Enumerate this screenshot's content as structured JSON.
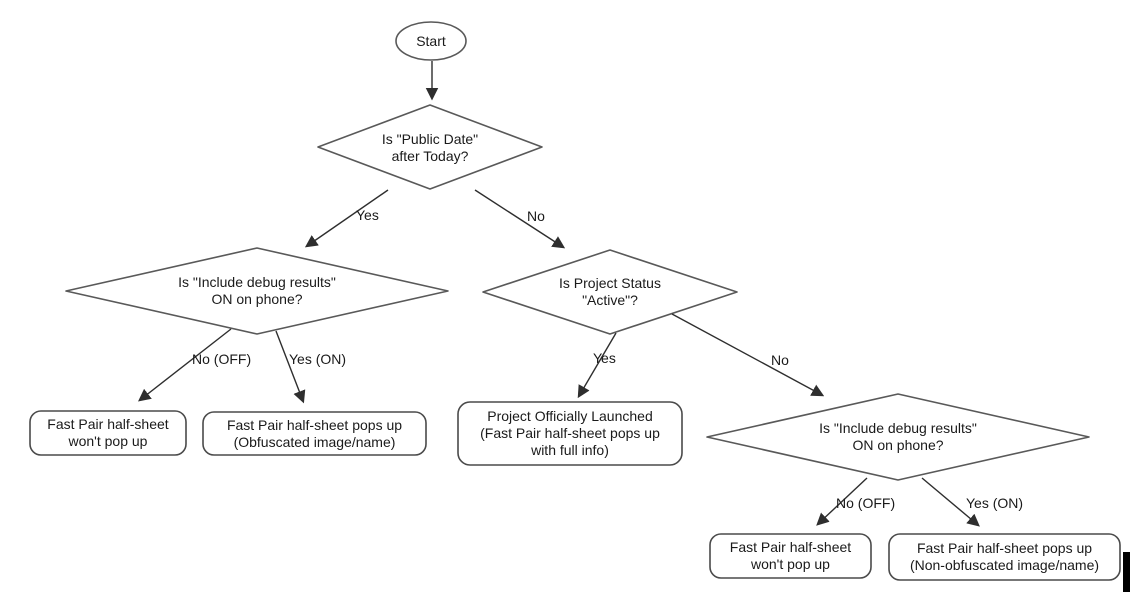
{
  "nodes": {
    "start": "Start",
    "public_date": "Is \"Public Date\"\nafter Today?",
    "debug_left": "Is \"Include debug results\"\nON on phone?",
    "project_status": "Is Project Status\n\"Active\"?",
    "debug_right": "Is \"Include debug results\"\nON on phone?",
    "no_popup_left": "Fast Pair half-sheet\nwon't pop up",
    "obfuscated": "Fast Pair half-sheet pops up\n(Obfuscated image/name)",
    "launched": "Project Officially Launched\n(Fast Pair half-sheet pops up\nwith full info)",
    "no_popup_right": "Fast Pair half-sheet\nwon't pop up",
    "non_obfuscated": "Fast Pair half-sheet pops up\n(Non-obfuscated image/name)"
  },
  "edges": {
    "public_date_yes": "Yes",
    "public_date_no": "No",
    "debug_left_no": "No (OFF)",
    "debug_left_yes": "Yes (ON)",
    "project_status_yes": "Yes",
    "project_status_no": "No",
    "debug_right_no": "No (OFF)",
    "debug_right_yes": "Yes (ON)"
  },
  "colors": {
    "background": "#ffffff",
    "shape_stroke": "#595959",
    "arrow": "#2e2e2e",
    "text": "#1a1a1a",
    "cursor_bar": "#000000"
  }
}
